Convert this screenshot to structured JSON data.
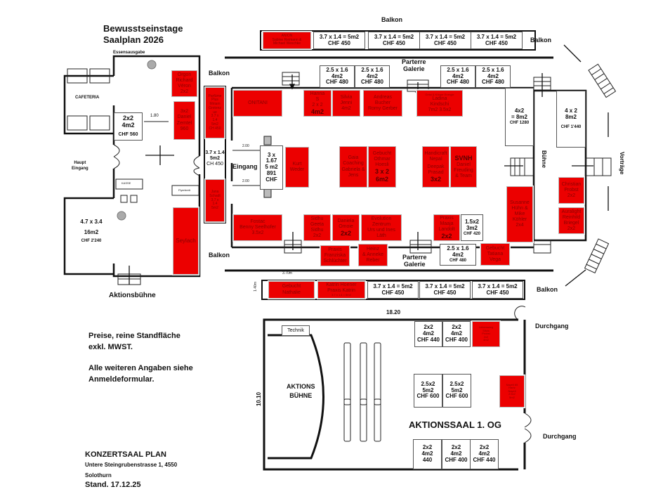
{
  "header": {
    "title_line1": "Bewusstseinstage",
    "title_line2": "Saalplan 2026"
  },
  "labels": {
    "essensausgabe": "Essensausgabe",
    "cafeteria": "CAFETERIA",
    "haupt_eingang_1": "Haupt",
    "haupt_eingang_2": "Eingang",
    "kasse": "KASSE",
    "flyerbrett": "Flyerbrett",
    "aktionsbuehne_lbl": "Aktionsbühne",
    "balkon_top": "Balkon",
    "balkon_tr": "Balkon",
    "balkon_left_top": "Balkon",
    "balkon_left_bottom": "Balkon",
    "balkon_br": "Balkon",
    "parterre_top_1": "Parterre",
    "parterre_top_2": "Galerie",
    "parterre_bot_1": "Parterre",
    "parterre_bot_2": "Galerie",
    "eingang": "Eingang",
    "dim_2_00_a": "2.00",
    "dim_2_00_b": "2.00",
    "dim_1_80": "1.80",
    "dim_3_70": "3.70m",
    "dim_1_40": "1.40m",
    "buehne": "Bühne",
    "vortraege": "Vorträge"
  },
  "stands": {
    "cafe_2x2": [
      "2x2",
      "4m2",
      "CHF 560"
    ],
    "orgon": [
      "Orgon",
      "Richard",
      "Véron",
      "2x2"
    ],
    "daniel": [
      "3x2",
      "Daniel",
      "Zemtel",
      "960"
    ],
    "aktion_left": [
      "4.7 x 3.4",
      "16m2",
      "CHF 2'240"
    ],
    "seylach": [
      "Seylach"
    ],
    "parfume": [
      "Parfüme",
      "Plus",
      "Miriam",
      "Grotenz",
      "ue",
      "3.7 x",
      "1.4",
      "5m2",
      "CH 450"
    ],
    "balkon_left_free": [
      "3.7 x 1.4",
      "5m2",
      "CH 450"
    ],
    "jana": [
      "Jana",
      "Schadt",
      "3.7 x",
      "1.4",
      "5m2"
    ],
    "anion": [
      "ANION",
      "Sabine Reimann &",
      "Michael Weschke"
    ],
    "top_free": [
      [
        "3.7 x 1.4 = 5m2",
        "CHF 450"
      ],
      [
        "3.7 x 1.4 = 5m2",
        "CHF 450"
      ],
      [
        "3.7 x 1.4 = 5m2",
        "CHF 450"
      ],
      [
        "3.7 x 1.4 = 5m2",
        "CHF 450"
      ]
    ],
    "galerie_top": [
      [
        "2.5 x 1.6",
        "4m2",
        "CHF 480"
      ],
      [
        "2.5 x 1.6",
        "4m2",
        "CHF 480"
      ],
      [
        "2.5 x 1.6",
        "4m2",
        "CHF 480"
      ],
      [
        "2.5 x 1.6",
        "4m2",
        "CHF 480"
      ]
    ],
    "onitani": [
      "ONITANI"
    ],
    "hanna": [
      "Hanna",
      "S",
      "2 x 2",
      "4m2"
    ],
    "silvia": [
      "Silvia",
      "Jenni",
      "4m2"
    ],
    "andreas": [
      "Andreas",
      "Bucher",
      "Romy Gerber"
    ],
    "ladina": [
      "Geist & Körper Energie",
      "Ladina",
      "Kindschi",
      "7m2 3.5x2"
    ],
    "entrance_box": [
      "3 x",
      "1.67",
      "5 m2",
      "891",
      "CHF"
    ],
    "kurt": [
      "Kurt",
      "Weder"
    ],
    "gaia": [
      "Gaia",
      "Coaching",
      "Gabriela &",
      "Jens"
    ],
    "othmar": [
      "Gebucht",
      "Othmar",
      "Hoesli",
      "3 x 2",
      "6m2"
    ],
    "deepak": [
      "Handicraft",
      "Nepal",
      "Deepak",
      "Prasad",
      "3x2"
    ],
    "svnh": [
      "SVNH",
      "Daniel",
      "Freuding",
      "& Team"
    ],
    "rear_4x2": [
      "4x2",
      "= 8m2",
      "CHF 1280"
    ],
    "stage_4x2": [
      "4 x 2",
      "8m2",
      "CHF 1'440"
    ],
    "christian": [
      "Christian",
      "Probst",
      "2x2"
    ],
    "auralight": [
      "Auralight",
      "Reinhild",
      "Briegel",
      "2x2"
    ],
    "susanne": [
      "Susanne",
      "Hühn &",
      "Mike",
      "Köhler",
      "2x4"
    ],
    "fostac": [
      "Fostac",
      "Benny Seelhofer",
      "3.5x2"
    ],
    "sidhu": [
      "Sidhu",
      "Geeta",
      "Sidhu",
      "2x2"
    ],
    "daniela": [
      "Daniela",
      "Omoie",
      "2x2"
    ],
    "evolution": [
      "Evolution",
      "Zentrum",
      "Urs und Ines",
      "Läth"
    ],
    "praxis_maaja": [
      "Praxis",
      "Maaja",
      "Landolt",
      "2x2"
    ],
    "free_1_5x2": [
      "1.5x2",
      "3m2",
      "CHF 420"
    ],
    "praxis_franziska": [
      "Praxis",
      "Franziska",
      "Schlüchter"
    ],
    "heinz": [
      "Heinz",
      "& Anneke",
      "Reber"
    ],
    "galerie_bot_free": [
      "2.5 x 1.6",
      "4m2",
      "CHF 480"
    ],
    "tatiana": [
      "Gebucht",
      "Tatiana",
      "Vega"
    ],
    "nathalie": [
      "Gebucht",
      "Nathalie"
    ],
    "katrin": [
      "Katrin Hoener",
      "Praxis Katrin",
      "3.7 x 1.4 = 5m2"
    ],
    "bottom_free": [
      [
        "3.7 x 1.4 = 5m2",
        "CHF 450"
      ],
      [
        "3.7 x 1.4 = 5m2",
        "CHF 450"
      ],
      [
        "3.7 x 1.4 = 5m2",
        "CHF 450"
      ]
    ]
  },
  "notes": {
    "line1": "Preise, reine Standfläche",
    "line2": "exkl. MWST.",
    "line3": "Alle weiteren Angaben siehe",
    "line4": "Anmeldeformular."
  },
  "footer": {
    "title": "KONZERTSAAL PLAN",
    "address": "Untere Steingrubenstrasse 1, 4550",
    "city": "Solothurn",
    "stand": "Stand. 17.12.25"
  },
  "og": {
    "width_dim": "18.20",
    "height_dim": "10.10",
    "technik": "Technik",
    "stage_1": "AKTIONS",
    "stage_2": "BÜHNE",
    "title": "AKTIONSSAAL 1. OG",
    "durchgang_top": "Durchgang",
    "durchgang_bot": "Durchgang",
    "top_free": [
      [
        "2x2",
        "4m2",
        "CHF 440"
      ],
      [
        "2x2",
        "4m2",
        "CHF 400"
      ]
    ],
    "lebensweg": [
      "Lebensweg",
      "Silvia",
      "Probst",
      "2x2",
      "4m2"
    ],
    "mid_free": [
      [
        "2.5x2",
        "5m2",
        "CHF 600"
      ],
      [
        "2.5x2",
        "5m2",
        "CHF 600"
      ]
    ],
    "nayeli": [
      "Nayeli 65",
      "Hartz",
      "Nayeli",
      "2.5x2",
      "5m2"
    ],
    "bot_free": [
      [
        "2x2",
        "4m2",
        "440"
      ],
      [
        "2x2",
        "4m2",
        "CHF 400"
      ],
      [
        "2x2",
        "4m2",
        "CHF 440"
      ]
    ]
  },
  "colors": {
    "booked": "#ec0000",
    "wall": "#111111"
  }
}
